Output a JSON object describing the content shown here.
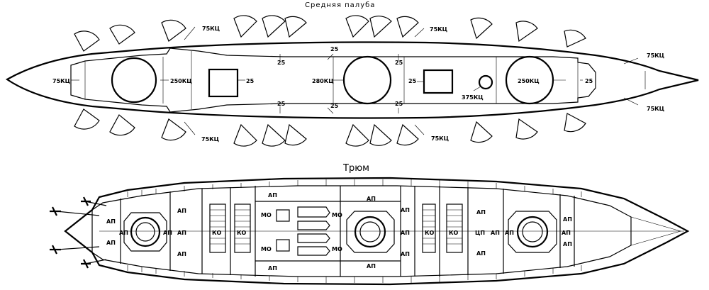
{
  "titles": {
    "middle_deck": "Средняя палуба",
    "hold": "Трюм"
  },
  "deck_labels": {
    "gun75": "75КЦ",
    "gun250": "250КЦ",
    "gun280": "280КЦ",
    "gun375": "375КЦ",
    "gun25": "25"
  },
  "hold_labels": {
    "ap": "АП",
    "mo": "МО",
    "ko": "КО",
    "tsp": "ЦП"
  }
}
